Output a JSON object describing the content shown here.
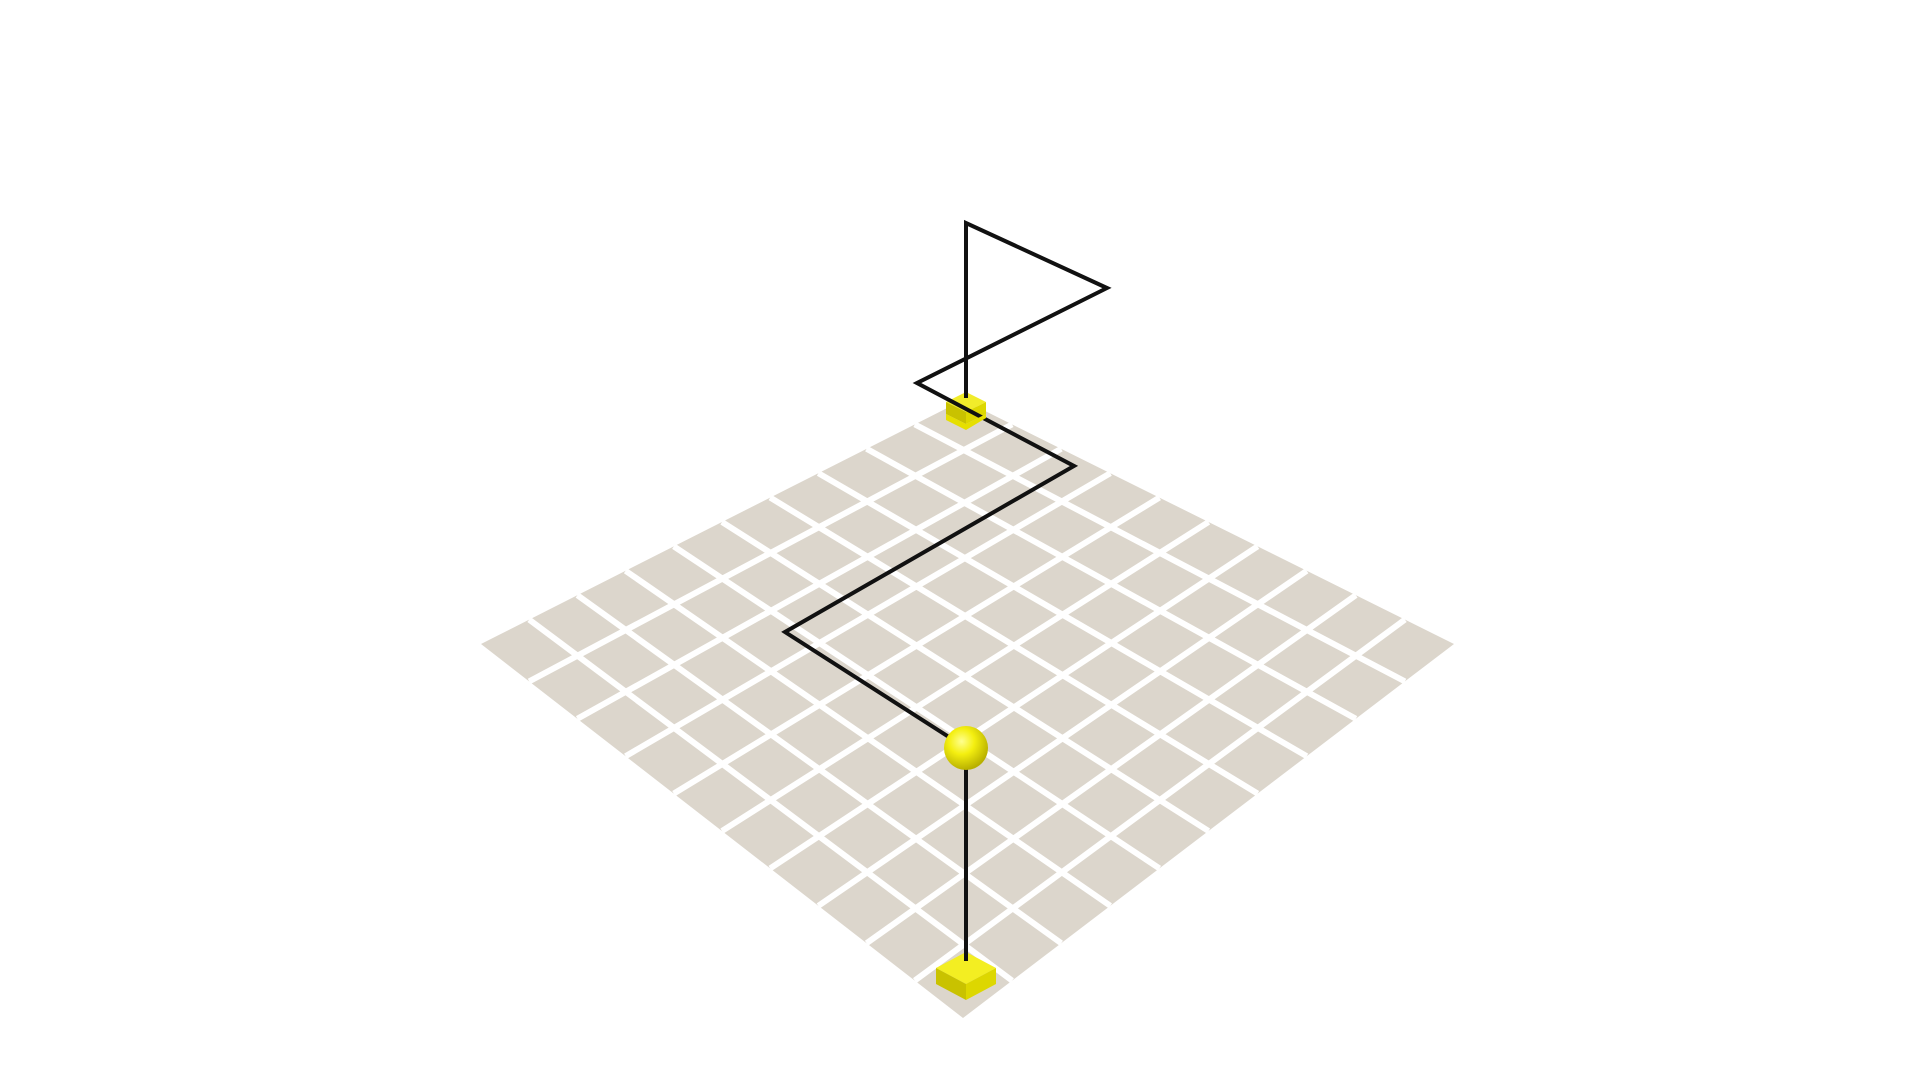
{
  "scene": {
    "background_color": "#ffffff",
    "floor": {
      "grid_size": 10,
      "tile_color": "#dcd6cc",
      "grid_line_color": "#ffffff"
    },
    "path": {
      "color": "#111111",
      "vertex_count": 8
    },
    "markers": {
      "color": "#e8e000",
      "items": [
        {
          "name": "start-block",
          "shape": "cube"
        },
        {
          "name": "ball",
          "shape": "sphere"
        },
        {
          "name": "end-block",
          "shape": "cube"
        }
      ]
    }
  }
}
